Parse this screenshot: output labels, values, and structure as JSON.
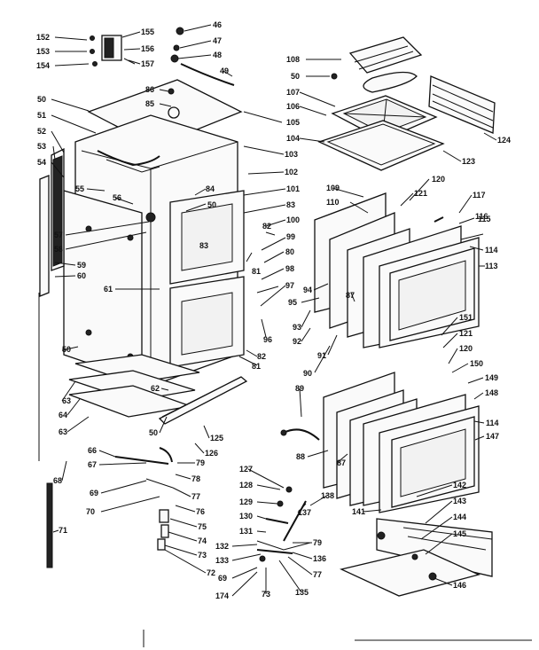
{
  "diagram": {
    "labels": [
      {
        "id": "152",
        "text": "152"
      },
      {
        "id": "153",
        "text": "153"
      },
      {
        "id": "154",
        "text": "154"
      },
      {
        "id": "155",
        "text": "155"
      },
      {
        "id": "156",
        "text": "156"
      },
      {
        "id": "157",
        "text": "157"
      },
      {
        "id": "46",
        "text": "46"
      },
      {
        "id": "47",
        "text": "47"
      },
      {
        "id": "48",
        "text": "48"
      },
      {
        "id": "49",
        "text": "49"
      },
      {
        "id": "108",
        "text": "108"
      },
      {
        "id": "50a",
        "text": "50"
      },
      {
        "id": "107",
        "text": "107"
      },
      {
        "id": "106",
        "text": "106"
      },
      {
        "id": "105",
        "text": "105"
      },
      {
        "id": "104",
        "text": "104"
      },
      {
        "id": "123",
        "text": "123"
      },
      {
        "id": "124",
        "text": "124"
      },
      {
        "id": "86",
        "text": "86"
      },
      {
        "id": "85",
        "text": "85"
      },
      {
        "id": "103",
        "text": "103"
      },
      {
        "id": "102",
        "text": "102"
      },
      {
        "id": "50b",
        "text": "50"
      },
      {
        "id": "51",
        "text": "51"
      },
      {
        "id": "52",
        "text": "52"
      },
      {
        "id": "53",
        "text": "53"
      },
      {
        "id": "54",
        "text": "54"
      },
      {
        "id": "55",
        "text": "55"
      },
      {
        "id": "56",
        "text": "56"
      },
      {
        "id": "84",
        "text": "84"
      },
      {
        "id": "101",
        "text": "101"
      },
      {
        "id": "50c",
        "text": "50"
      },
      {
        "id": "83a",
        "text": "83"
      },
      {
        "id": "100",
        "text": "100"
      },
      {
        "id": "82a",
        "text": "82"
      },
      {
        "id": "99",
        "text": "99"
      },
      {
        "id": "109",
        "text": "109"
      },
      {
        "id": "110",
        "text": "110"
      },
      {
        "id": "121a",
        "text": "121"
      },
      {
        "id": "120a",
        "text": "120"
      },
      {
        "id": "117",
        "text": "117"
      },
      {
        "id": "116",
        "text": "116"
      },
      {
        "id": "115",
        "text": "115"
      },
      {
        "id": "114a",
        "text": "114"
      },
      {
        "id": "113",
        "text": "113"
      },
      {
        "id": "57",
        "text": "57"
      },
      {
        "id": "58",
        "text": "58"
      },
      {
        "id": "83b",
        "text": "83"
      },
      {
        "id": "81a",
        "text": "81"
      },
      {
        "id": "80",
        "text": "80"
      },
      {
        "id": "59",
        "text": "59"
      },
      {
        "id": "60",
        "text": "60"
      },
      {
        "id": "98",
        "text": "98"
      },
      {
        "id": "97",
        "text": "97"
      },
      {
        "id": "94",
        "text": "94"
      },
      {
        "id": "95",
        "text": "95"
      },
      {
        "id": "87a",
        "text": "87"
      },
      {
        "id": "61",
        "text": "61"
      },
      {
        "id": "93",
        "text": "93"
      },
      {
        "id": "92",
        "text": "92"
      },
      {
        "id": "96",
        "text": "96"
      },
      {
        "id": "91",
        "text": "91"
      },
      {
        "id": "50d",
        "text": "50"
      },
      {
        "id": "82b",
        "text": "82"
      },
      {
        "id": "151",
        "text": "151"
      },
      {
        "id": "121b",
        "text": "121"
      },
      {
        "id": "120b",
        "text": "120"
      },
      {
        "id": "81b",
        "text": "81"
      },
      {
        "id": "90",
        "text": "90"
      },
      {
        "id": "150",
        "text": "150"
      },
      {
        "id": "149",
        "text": "149"
      },
      {
        "id": "148",
        "text": "148"
      },
      {
        "id": "89",
        "text": "89"
      },
      {
        "id": "63a",
        "text": "63"
      },
      {
        "id": "62",
        "text": "62"
      },
      {
        "id": "64",
        "text": "64"
      },
      {
        "id": "63b",
        "text": "63"
      },
      {
        "id": "114b",
        "text": "114"
      },
      {
        "id": "147",
        "text": "147"
      },
      {
        "id": "50e",
        "text": "50"
      },
      {
        "id": "125",
        "text": "125"
      },
      {
        "id": "88",
        "text": "88"
      },
      {
        "id": "66",
        "text": "66"
      },
      {
        "id": "126",
        "text": "126"
      },
      {
        "id": "87b",
        "text": "87"
      },
      {
        "id": "67",
        "text": "67"
      },
      {
        "id": "79a",
        "text": "79"
      },
      {
        "id": "127",
        "text": "127"
      },
      {
        "id": "78",
        "text": "78"
      },
      {
        "id": "68",
        "text": "68"
      },
      {
        "id": "69a",
        "text": "69"
      },
      {
        "id": "77a",
        "text": "77"
      },
      {
        "id": "128",
        "text": "128"
      },
      {
        "id": "138",
        "text": "138"
      },
      {
        "id": "142",
        "text": "142"
      },
      {
        "id": "70",
        "text": "70"
      },
      {
        "id": "76",
        "text": "76"
      },
      {
        "id": "129",
        "text": "129"
      },
      {
        "id": "137",
        "text": "137"
      },
      {
        "id": "141",
        "text": "141"
      },
      {
        "id": "143",
        "text": "143"
      },
      {
        "id": "75",
        "text": "75"
      },
      {
        "id": "130",
        "text": "130"
      },
      {
        "id": "144",
        "text": "144"
      },
      {
        "id": "71",
        "text": "71"
      },
      {
        "id": "74",
        "text": "74"
      },
      {
        "id": "131",
        "text": "131"
      },
      {
        "id": "145",
        "text": "145"
      },
      {
        "id": "73",
        "text": "73"
      },
      {
        "id": "132",
        "text": "132"
      },
      {
        "id": "79b",
        "text": "79"
      },
      {
        "id": "133",
        "text": "133"
      },
      {
        "id": "136",
        "text": "136"
      },
      {
        "id": "72",
        "text": "72"
      },
      {
        "id": "77b",
        "text": "77"
      },
      {
        "id": "69b",
        "text": "69"
      },
      {
        "id": "146",
        "text": "146"
      },
      {
        "id": "174",
        "text": "174"
      },
      {
        "id": "73b",
        "text": "73"
      },
      {
        "id": "135",
        "text": "135"
      }
    ]
  }
}
